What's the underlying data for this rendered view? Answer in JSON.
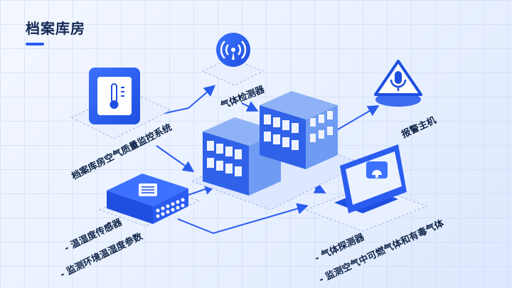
{
  "page": {
    "title": "档案库房"
  },
  "labels": {
    "system": "档案库房空气质量监控系统",
    "gas_detector_top": "气体检测器",
    "alarm_host": "报警主机",
    "temp_sensor_line1": "- 温湿度传感器",
    "temp_sensor_line2": "- 监测环境温湿度参数",
    "gas_detector_line1": "- 气体探测器",
    "gas_detector_line2": "- 监测空气中可燃气体和有毒气体"
  },
  "colors": {
    "primary": "#2a5cf0",
    "dark": "#142a55",
    "light_panel": "#eef3ff",
    "server_side": "#4f7de6",
    "server_front": "#6f9bf2"
  },
  "icons": [
    "thermometer-icon",
    "signal-icon",
    "warning-microphone-icon",
    "rack-server-icon",
    "switch-icon",
    "monitor-alert-icon"
  ]
}
